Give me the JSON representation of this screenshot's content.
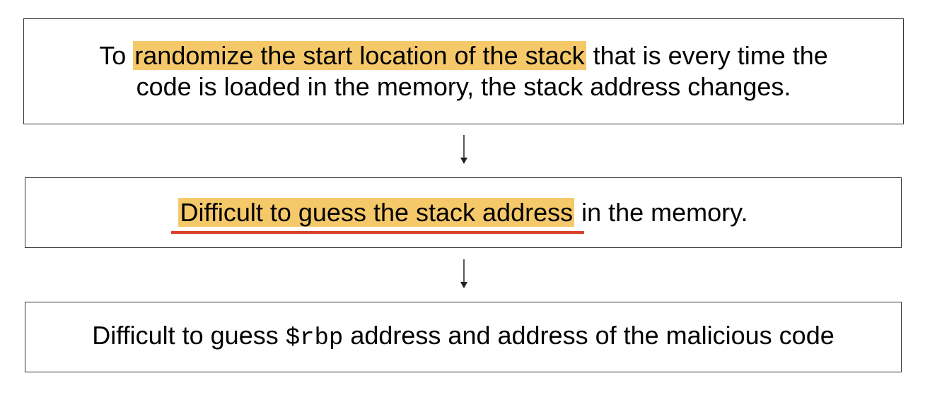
{
  "box1": {
    "prefix": "To ",
    "highlight": "randomize the start location of the stack",
    "suffix": " that is every time the",
    "line2": "code is loaded in the memory, the stack address changes."
  },
  "box2": {
    "highlight": "Difficult to guess the stack address",
    "suffix": " in the memory."
  },
  "box3": {
    "prefix": "Difficult to guess ",
    "code": "$rbp",
    "suffix": " address and address of the malicious code"
  },
  "colors": {
    "highlight": "#f5c96a",
    "underline": "#d9412b",
    "border": "#333333"
  }
}
